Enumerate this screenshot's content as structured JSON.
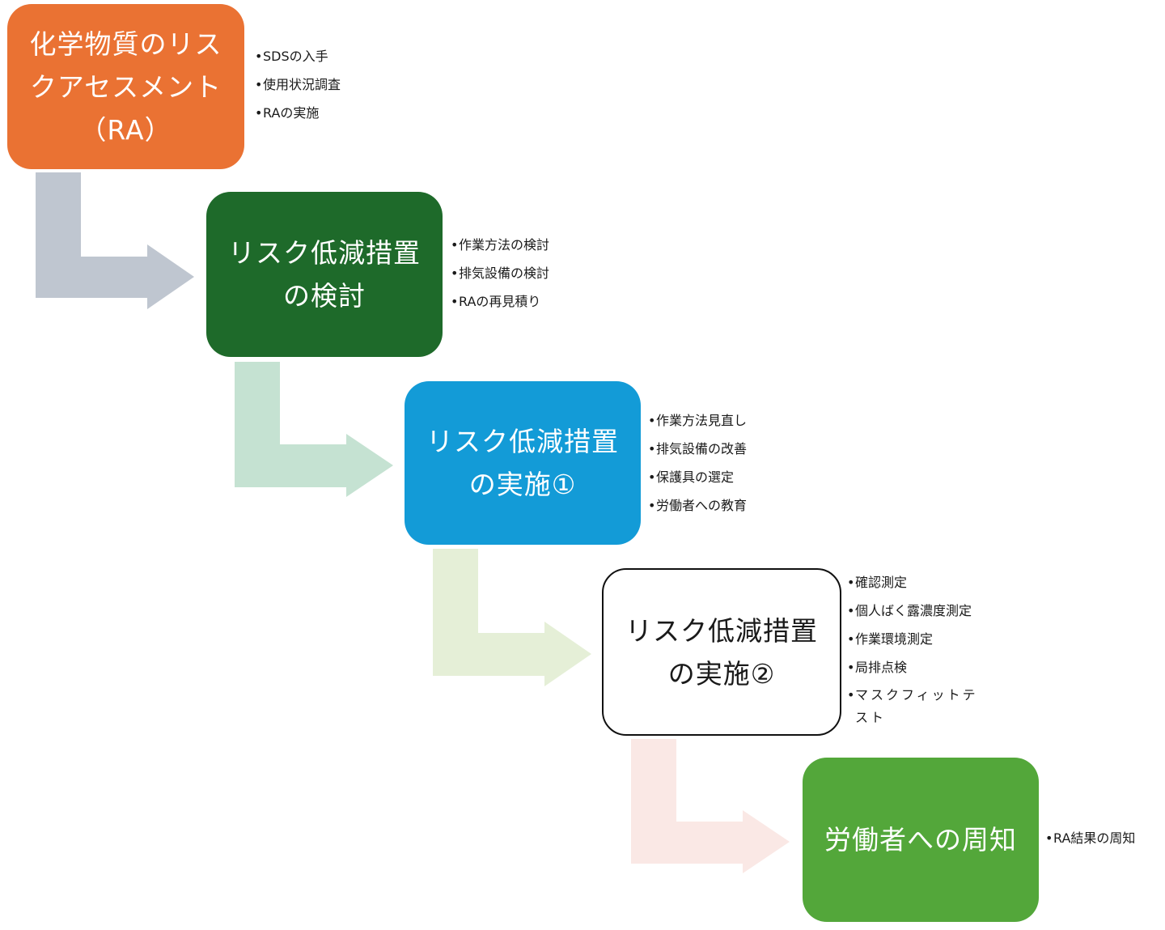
{
  "colors": {
    "step1": "#ea7233",
    "step2": "#1e6a2a",
    "step3": "#139bd7",
    "step4": "#ffffff",
    "step5": "#53a73a",
    "arrow1": "#bfc6d0",
    "arrow2": "#c5e2d2",
    "arrow3": "#e5efd7",
    "arrow4": "#fae8e5"
  },
  "steps": [
    {
      "title": "化学物質のリス\nクアセスメント\n（RA）",
      "bullets": [
        "SDSの入手",
        "使用状況調査",
        "RAの実施"
      ]
    },
    {
      "title": "リスク低減措置\nの検討",
      "bullets": [
        "作業方法の検討",
        "排気設備の検討",
        "RAの再見積り"
      ]
    },
    {
      "title": "リスク低減措置\nの実施①",
      "bullets": [
        "作業方法見直し",
        "排気設備の改善",
        "保護具の選定",
        "労働者への教育"
      ]
    },
    {
      "title": "リスク低減措置\nの実施②",
      "bullets": [
        "確認測定",
        "個人ばく露濃度測定",
        "作業環境測定",
        "局排点検",
        "マスクフィットテスト"
      ]
    },
    {
      "title": "労働者への周知",
      "bullets": [
        "RA結果の周知"
      ]
    }
  ]
}
